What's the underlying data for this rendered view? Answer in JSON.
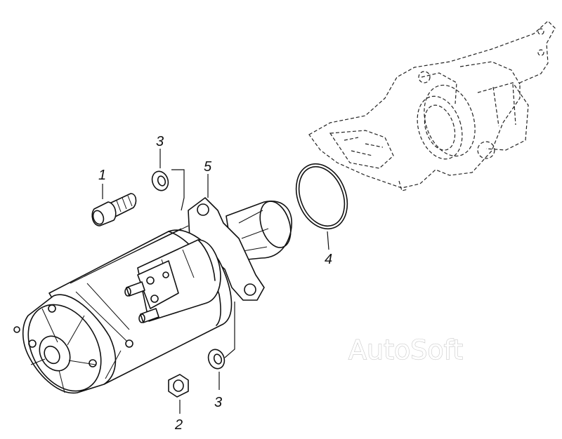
{
  "callouts": {
    "c1": "1",
    "c2": "2",
    "c3a": "3",
    "c3b": "3",
    "c4": "4",
    "c5": "5"
  },
  "watermark": "AutoSoft"
}
